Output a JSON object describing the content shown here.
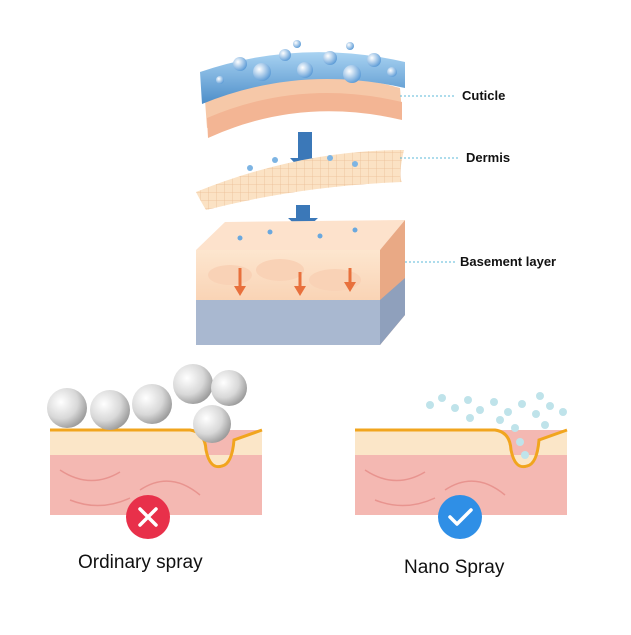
{
  "layers": {
    "cuticle": "Cuticle",
    "dermis": "Dermis",
    "basement": "Basement layer"
  },
  "comparison": {
    "left": {
      "caption": "Ordinary spray",
      "icon": "x-icon",
      "badge_color": "#e8304a"
    },
    "right": {
      "caption": "Nano Spray",
      "icon": "check-icon",
      "badge_color": "#2f8fe6"
    }
  },
  "colors": {
    "water": "#5a9ad6",
    "skin_pink": "#f4b8b2",
    "skin_cream": "#fbe6c8",
    "arrow_blue": "#3b78b8",
    "leader_line": "#5bb8d9"
  }
}
